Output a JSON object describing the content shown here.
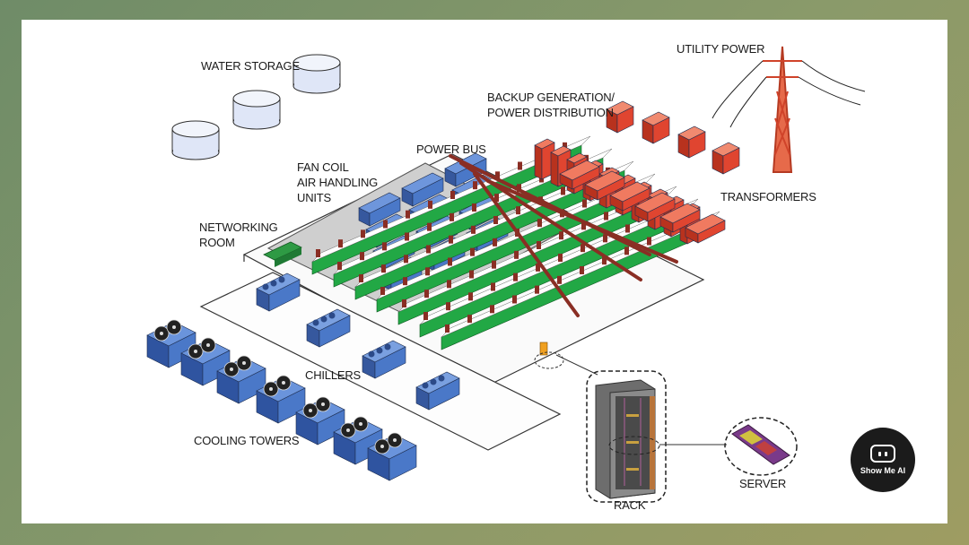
{
  "labels": {
    "water_storage": "WATER STORAGE",
    "utility_power": "UTILITY POWER",
    "backup_line1": "BACKUP GENERATION/",
    "backup_line2": "POWER DISTRIBUTION",
    "power_bus": "POWER BUS",
    "fan_coil_line1": "FAN COIL",
    "fan_coil_line2": "AIR HANDLING",
    "fan_coil_line3": "UNITS",
    "networking_line1": "NETWORKING",
    "networking_line2": "ROOM",
    "transformers": "TRANSFORMERS",
    "chillers": "CHILLERS",
    "cooling_towers": "COOLING TOWERS",
    "rack": "RACK",
    "server": "SERVER"
  },
  "badge": {
    "icon": "robot-face-icon",
    "text": "Show Me AI"
  },
  "colors": {
    "water_tank": "#dfe6f7",
    "equipment_blue": "#4a78c8",
    "power_red": "#e04530",
    "rack_green": "#22a845",
    "rack_highlight": "#f0a020",
    "rack_white": "#ffffff",
    "bus_brown": "#8a2e24",
    "floor_gray": "#cfcfcf"
  }
}
